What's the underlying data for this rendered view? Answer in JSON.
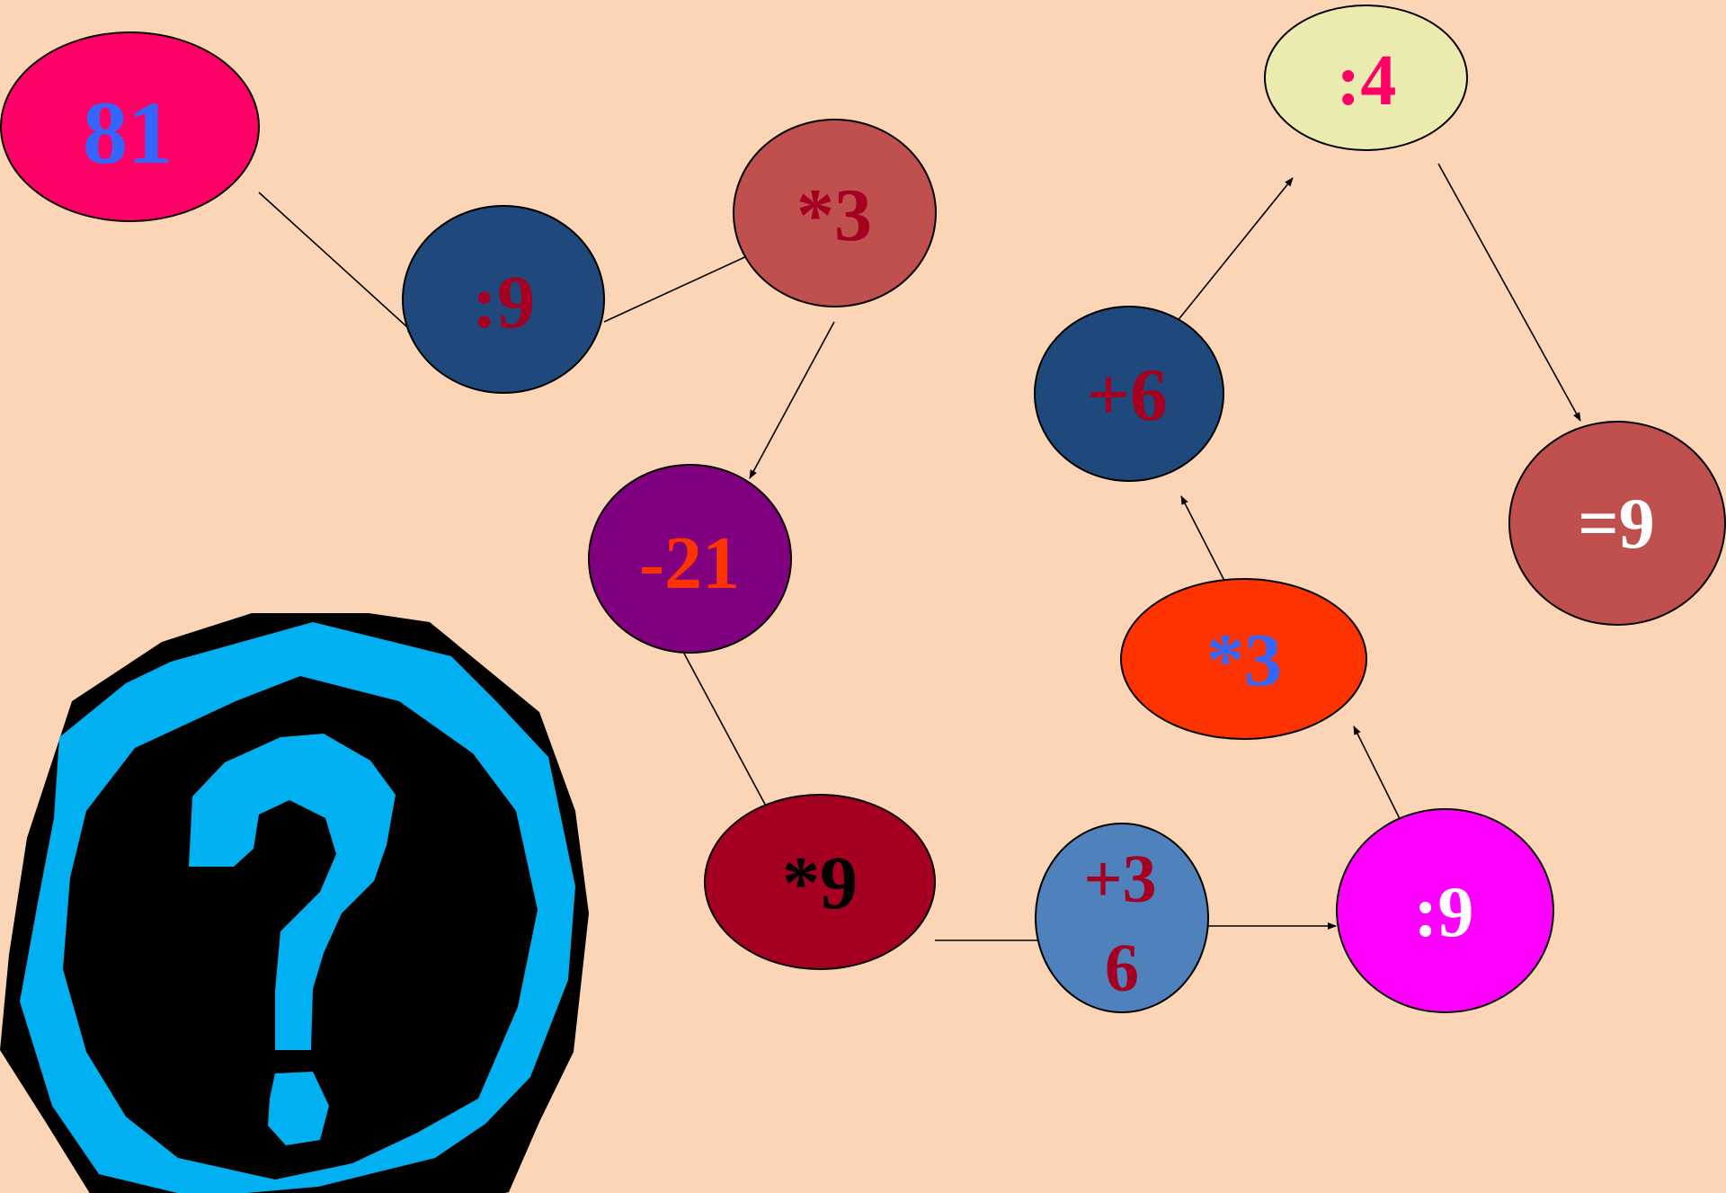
{
  "nodes": {
    "n81": {
      "text": "81",
      "fill": "#ff0066",
      "color": "#3366ff"
    },
    "div9a": {
      "text": ":9",
      "fill": "#1f497d",
      "color": "#a50021"
    },
    "mul3a": {
      "text": "*3",
      "fill": "#c0504d",
      "color": "#a50021"
    },
    "sub21": {
      "text": "-21",
      "fill": "#800080",
      "color": "#ff3300"
    },
    "mul9": {
      "text": "*9",
      "fill": "#a50021",
      "color": "#000000"
    },
    "add36": {
      "text_line1": "+3",
      "text_line2": "6",
      "fill": "#4f81bd",
      "color": "#a50021"
    },
    "div9b": {
      "text": ":9",
      "fill": "#ff00ff",
      "color": "#ffffff"
    },
    "mul3b": {
      "text": "*3",
      "fill": "#ff3300",
      "color": "#3366ff"
    },
    "add6": {
      "text": "+6",
      "fill": "#1f497d",
      "color": "#a50021"
    },
    "div4": {
      "text": ":4",
      "fill": "#ebebb0",
      "color": "#ff0066"
    },
    "eq9": {
      "text": "=9",
      "fill": "#c0504d",
      "color": "#ffffff"
    }
  },
  "clipart": {
    "icon": "question-mark-icon",
    "color": "#00b0f0"
  }
}
